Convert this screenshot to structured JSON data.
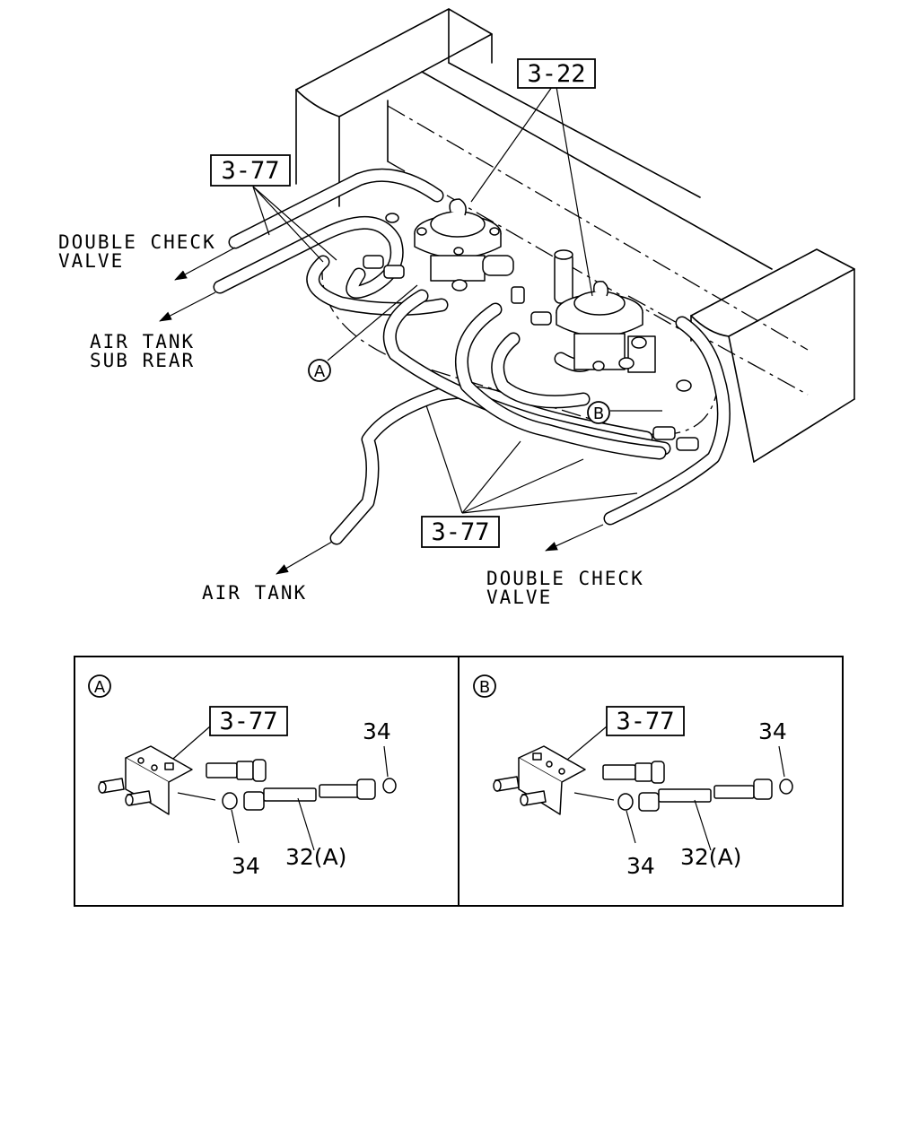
{
  "main_view": {
    "ref_top_center": "3-22",
    "ref_top_left": "3-77",
    "ref_bottom_center": "3-77",
    "label_double_check_left": [
      "DOUBLE CHECK",
      "VALVE"
    ],
    "label_air_tank_sub_rear": [
      "AIR TANK",
      "SUB REAR"
    ],
    "label_air_tank": "AIR TANK",
    "label_double_check_right": [
      "DOUBLE CHECK",
      "VALVE"
    ],
    "callout_a": "A",
    "callout_b": "B"
  },
  "detail_a": {
    "marker": "A",
    "ref": "3-77",
    "washer_upper": "34",
    "washer_lower": "34",
    "hose": "32(A)"
  },
  "detail_b": {
    "marker": "B",
    "ref": "3-77",
    "washer_upper": "34",
    "washer_lower": "34",
    "hose": "32(A)"
  }
}
